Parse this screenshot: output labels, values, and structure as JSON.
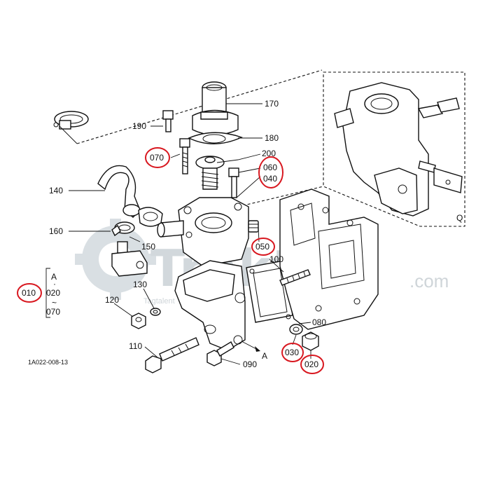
{
  "diagram": {
    "drawing_code": "1A022-008-13",
    "watermark": {
      "main": "Trakter",
      "sub": ".com",
      "small": "Tagtalent"
    },
    "inset_label": "Q",
    "view_marker": "A",
    "range_label": {
      "top": "A",
      "dot": "·",
      "mid": "020",
      "tilde": "~",
      "bottom": "070"
    },
    "callouts": [
      {
        "id": "010",
        "circled": true
      },
      {
        "id": "020",
        "circled": true
      },
      {
        "id": "030",
        "circled": true
      },
      {
        "id": "040",
        "circled": true
      },
      {
        "id": "050",
        "circled": true
      },
      {
        "id": "060",
        "circled": true
      },
      {
        "id": "070",
        "circled": true
      },
      {
        "id": "080",
        "circled": false
      },
      {
        "id": "090",
        "circled": false
      },
      {
        "id": "100",
        "circled": false
      },
      {
        "id": "110",
        "circled": false
      },
      {
        "id": "120",
        "circled": false
      },
      {
        "id": "130",
        "circled": false
      },
      {
        "id": "140",
        "circled": false
      },
      {
        "id": "150",
        "circled": false
      },
      {
        "id": "160",
        "circled": false
      },
      {
        "id": "170",
        "circled": false
      },
      {
        "id": "180",
        "circled": false
      },
      {
        "id": "190",
        "circled": false
      },
      {
        "id": "200",
        "circled": false
      }
    ],
    "colors": {
      "highlight": "#d8171f",
      "line": "#111111",
      "watermark": "#d2d8dc"
    }
  }
}
